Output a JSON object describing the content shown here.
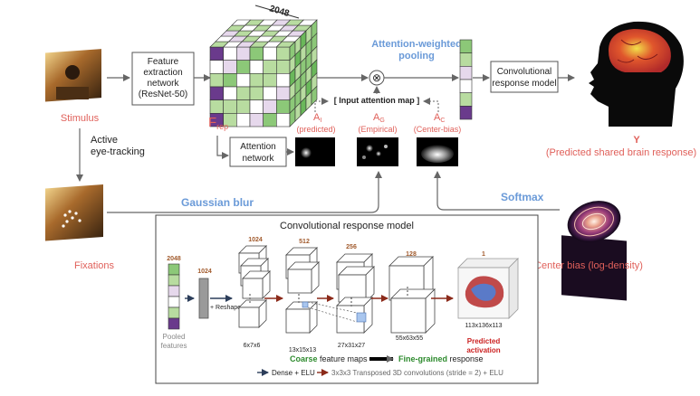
{
  "stimulus": {
    "label": "Stimulus"
  },
  "eye_tracking": {
    "line1": "Active",
    "line2": "eye-tracking"
  },
  "fixations": {
    "label": "Fixations"
  },
  "gaussian_blur": {
    "label": "Gaussian blur"
  },
  "feature_net": {
    "line1": "Feature",
    "line2": "extraction",
    "line3": "network",
    "line4": "(ResNet-50)"
  },
  "cube": {
    "dim": "2048",
    "f_main": "F",
    "f_sub": "rep"
  },
  "attention_net": {
    "line1": "Attention",
    "line2": "network"
  },
  "maps": {
    "ai": {
      "main": "A",
      "sub": "I",
      "desc": "(predicted)"
    },
    "ag": {
      "main": "A",
      "sub": "G",
      "desc": "(Empirical)"
    },
    "ac": {
      "main": "A",
      "sub": "C",
      "desc": "(Center-bias)"
    },
    "input_label": "[ Input attention map ]"
  },
  "pooling": {
    "line1": "Attention-weighted",
    "line2": "pooling",
    "symbol": "⊗"
  },
  "conv_model": {
    "line1": "Convolutional",
    "line2": "response model"
  },
  "brain": {
    "y": "Y",
    "caption": "(Predicted shared brain response)"
  },
  "softmax": {
    "label": "Softmax"
  },
  "center_bias": {
    "label": "Center bias (log-density)"
  },
  "panel": {
    "title": "Convolutional response model",
    "pooled_dim": "2048",
    "pooled_l1": "Pooled",
    "pooled_l2": "features",
    "dense_dim": "1024",
    "reshape": "+ Reshape",
    "stages": [
      {
        "top": "1024",
        "bottom": "6x7x6"
      },
      {
        "top": "512",
        "bottom": "13x15x13"
      },
      {
        "top": "256",
        "bottom": "27x31x27"
      },
      {
        "top": "128",
        "bottom": "55x63x55"
      },
      {
        "top": "1",
        "bottom": "113x136x113"
      }
    ],
    "predicted_l1": "Predicted",
    "predicted_l2": "activation",
    "coarse_bold": "Coarse",
    "coarse_rest": " feature maps",
    "fine_bold": "Fine-grained",
    "fine_rest": " response",
    "legend_dense": "Dense + ELU",
    "legend_conv": "3x3x3 Transposed 3D convolutions (stride = 2) + ELU"
  }
}
